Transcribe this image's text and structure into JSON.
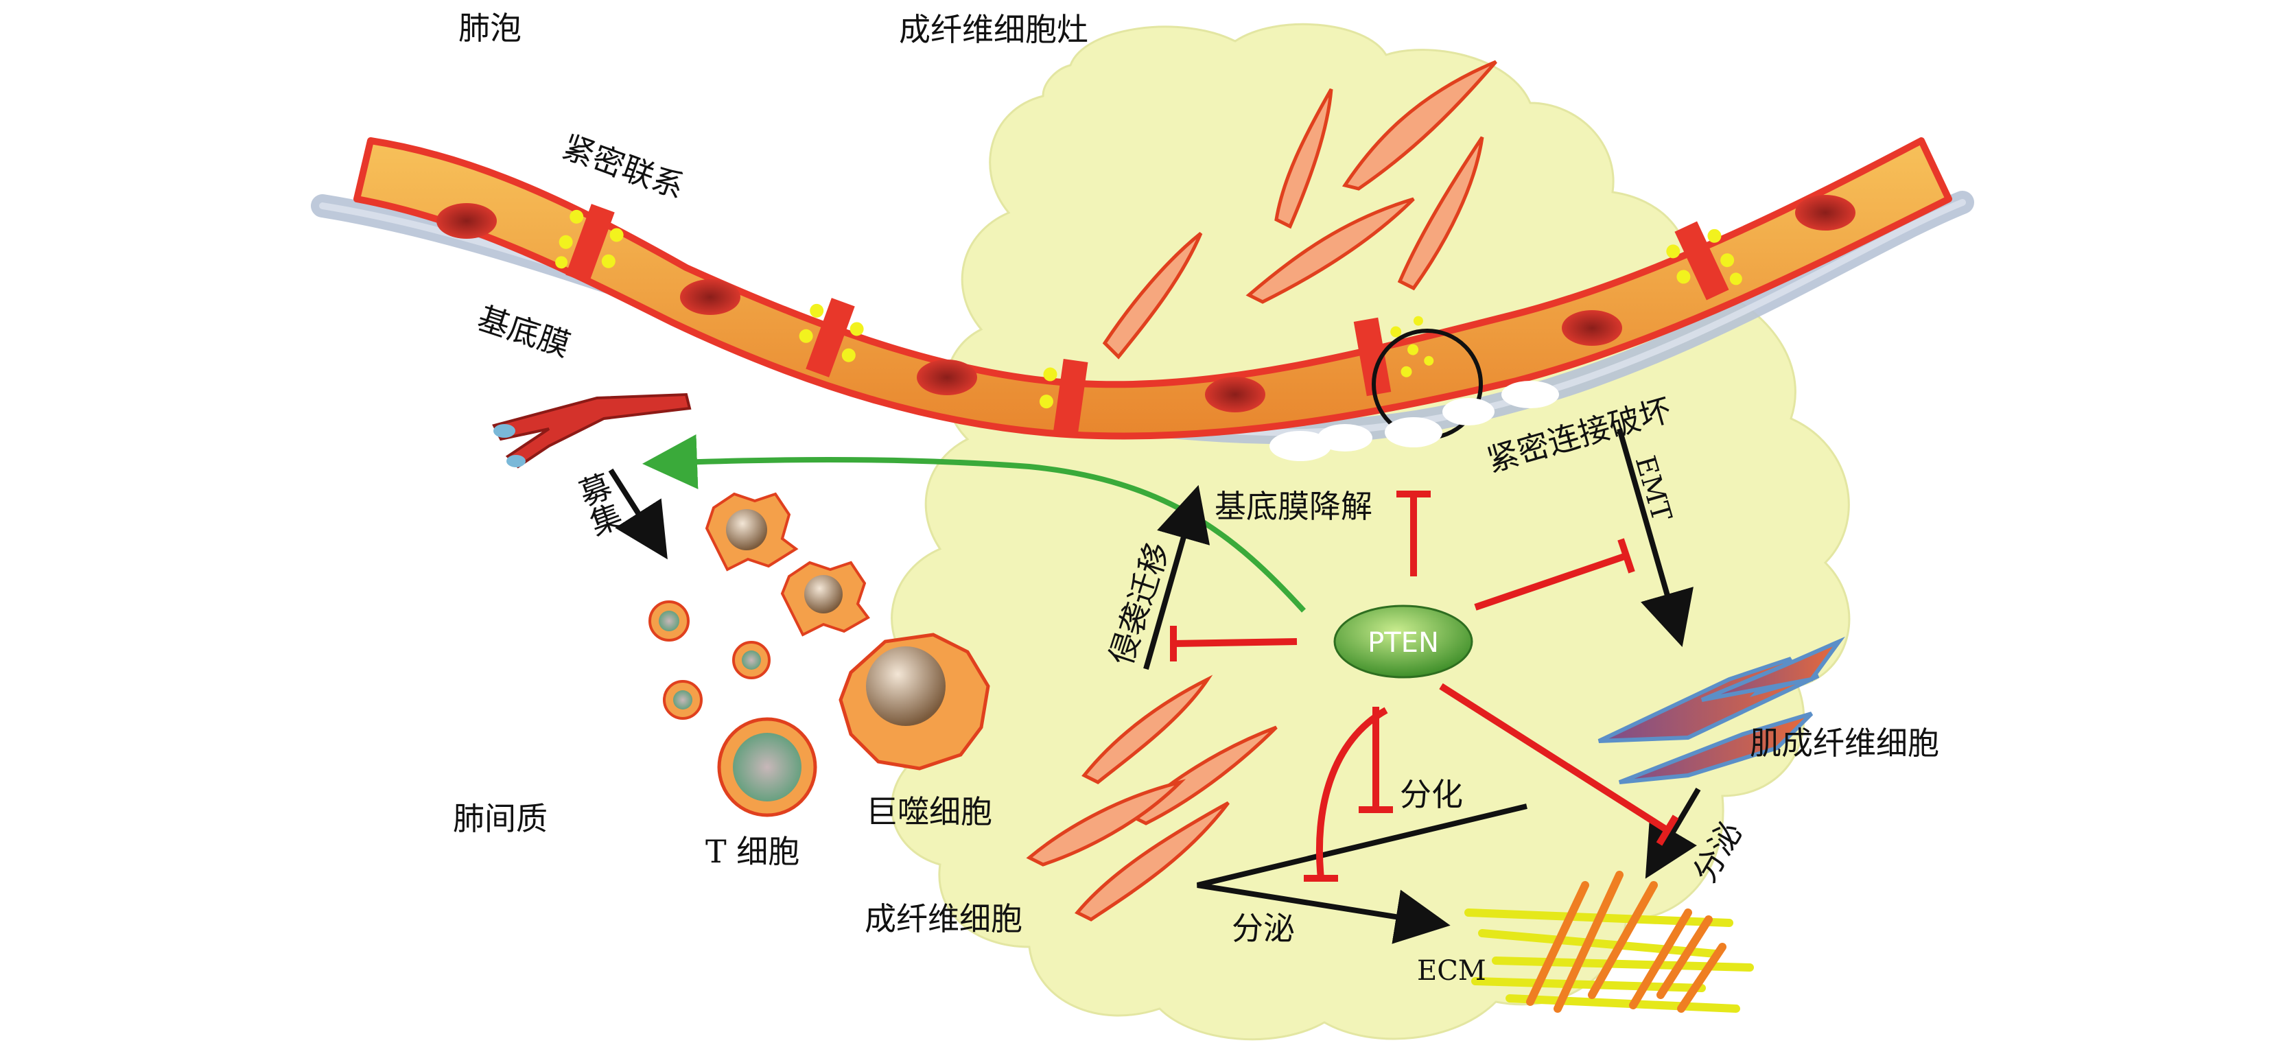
{
  "labels": {
    "alveolus": "肺泡",
    "fibroblast_focus": "成纤维细胞灶",
    "tight_junction": "紧密联系",
    "basement_membrane": "基底膜",
    "recruit": "募集",
    "interstitium": "肺间质",
    "t_cell": "T 细胞",
    "macrophage": "巨噬细胞",
    "fibroblast": "成纤维细胞",
    "invasion_migration": "侵袭迁移",
    "bm_degradation": "基底膜降解",
    "tj_disruption": "紧密连接破坏",
    "emt": "EMT",
    "myofibroblast": "肌成纤维细胞",
    "differentiation": "分化",
    "secretion_left": "分泌",
    "secretion_right": "分泌",
    "ecm": "ECM",
    "pten": "PTEN"
  },
  "colors": {
    "focus_fill": "#f2f4b8",
    "epithelium_fill": "#f0a24a",
    "epithelium_edge": "#e8372a",
    "nucleus": "#c8322a",
    "junction_dot": "#f2f21e",
    "membrane": "#b7c3d6",
    "fibroblast_fill": "#f6a77e",
    "fibroblast_edge": "#e0401e",
    "myofibroblast_edge": "#5b8fc8",
    "pten_fill": "#4fa33a",
    "activation_arrow": "#111111",
    "inhibition_arrow": "#e31e1e",
    "recruit_arrow": "#3aaa3a",
    "ecm_yellow": "#e5e81a",
    "ecm_orange": "#ef7e22"
  }
}
